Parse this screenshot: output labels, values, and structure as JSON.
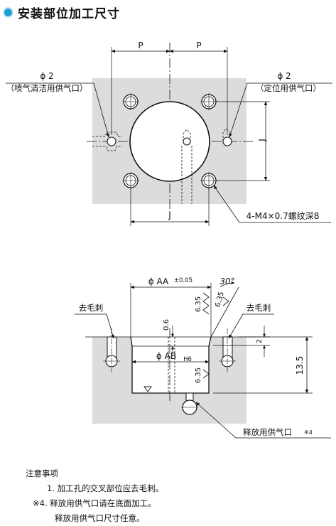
{
  "header": {
    "title": "安装部位加工尺寸"
  },
  "top_view": {
    "dim_p_left": "P",
    "dim_p_right": "P",
    "dim_j_right": "J",
    "dim_j_bottom": "J",
    "left_hole_dia": "ϕ 2",
    "left_hole_note": "（喷气清洁用供气口）",
    "right_hole_dia": "ϕ 2",
    "right_hole_note": "（定位用供气口）",
    "bolt_note": "4-M4×0.7螺纹深8"
  },
  "side_view": {
    "dim_aa": "ϕ AA",
    "dim_aa_tol": "±0.05",
    "angle": "30°",
    "chamfer_a": "6.35",
    "chamfer_b": "6.35",
    "chamfer_c": "6.35",
    "dim_06": "0.6",
    "dim_2": "2",
    "dim_135": "13.5",
    "dim_ab": "ϕ AB",
    "dim_ab_tol": "H6",
    "deburr_left": "去毛刺",
    "deburr_right": "去毛刺",
    "release_port": "释放用供气口",
    "release_mark": "※4"
  },
  "notes": {
    "heading": "注意事项",
    "item1": "1. 加工孔的交叉部位应去毛刺。",
    "item2": "※4. 释放用供气口请在底面加工。",
    "item3": "释放用供气口尺寸任意。"
  },
  "colors": {
    "accent": "#1ba1d8",
    "plate": "#dcdcdc"
  }
}
